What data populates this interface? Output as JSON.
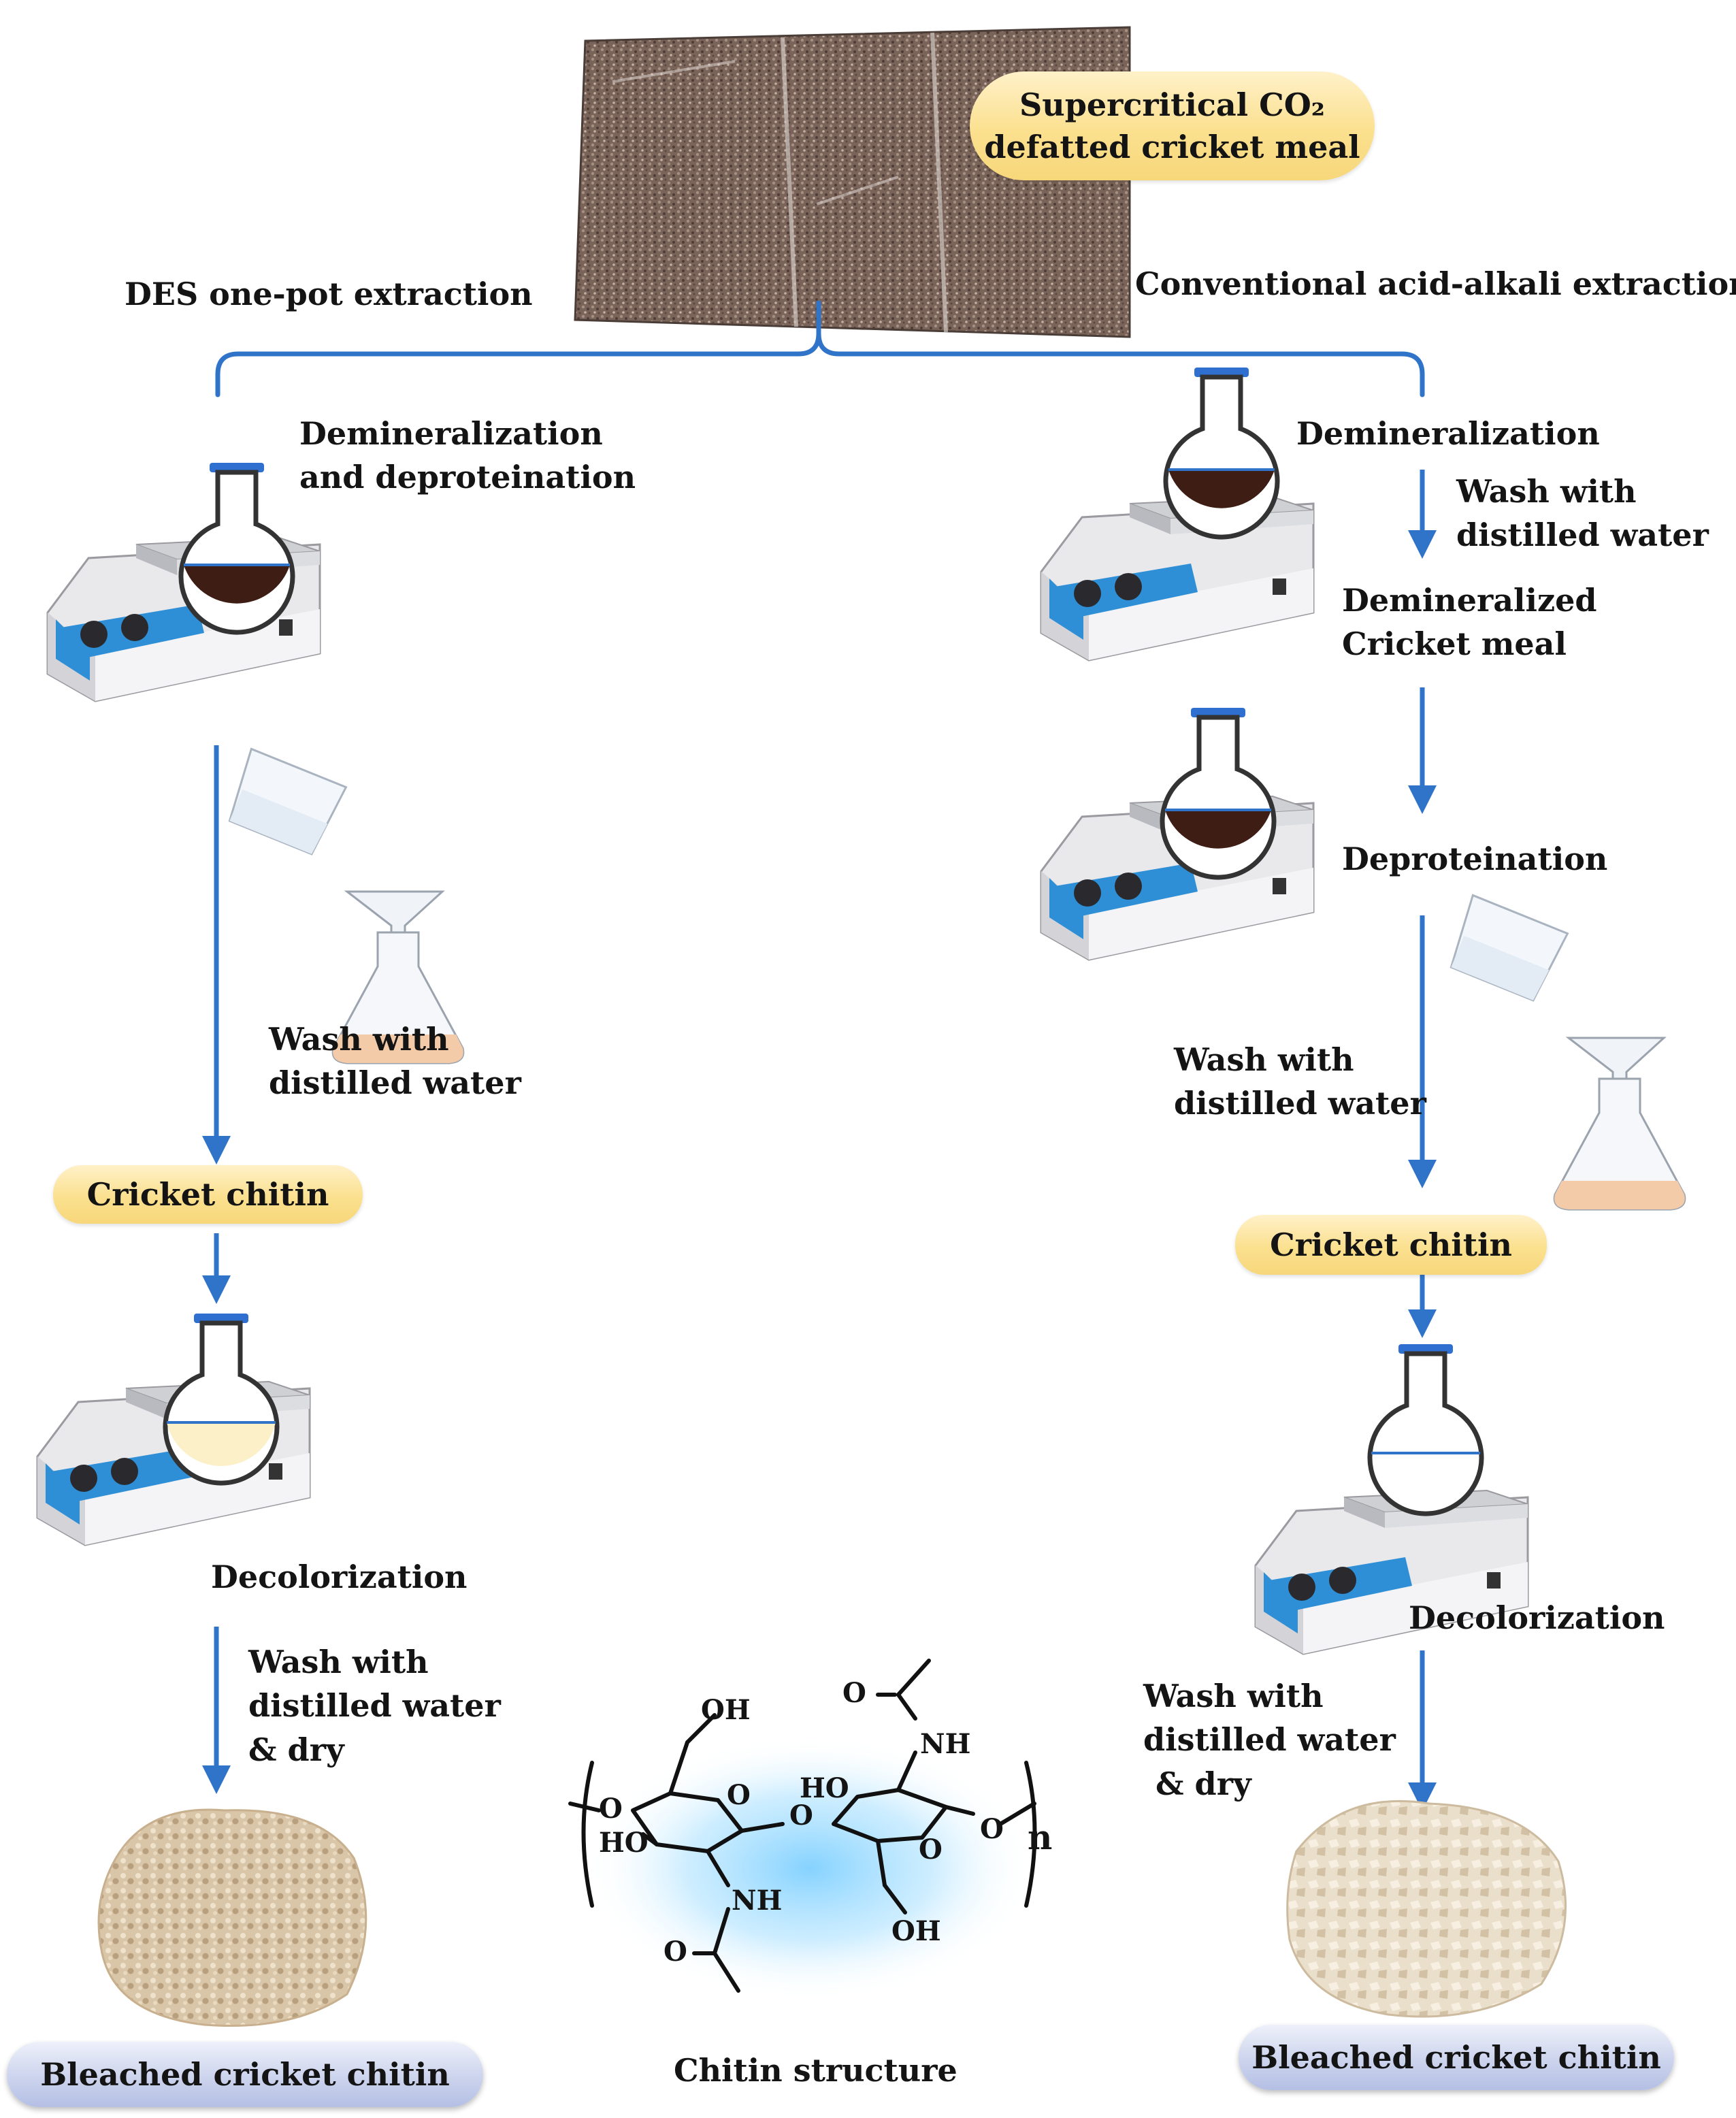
{
  "source": {
    "label_line1": "Supercritical CO₂",
    "label_line2": "defatted cricket meal",
    "bag_marks": [
      "",
      "",
      ""
    ]
  },
  "branches": {
    "left_title": "DES one-pot extraction",
    "right_title": "Conventional acid-alkali extraction"
  },
  "left": {
    "step1_line1": "Demineralization",
    "step1_line2": "and deproteination",
    "wash1_line1": "Wash with",
    "wash1_line2": "distilled water",
    "product": "Cricket chitin",
    "step2": "Decolorization",
    "wash2_line1": "Wash with",
    "wash2_line2": "distilled water",
    "wash2_line3": "& dry",
    "final": "Bleached cricket chitin"
  },
  "right": {
    "step1": "Demineralization",
    "wash1_line1": "Wash with",
    "wash1_line2": "distilled water",
    "intermediate_line1": "Demineralized",
    "intermediate_line2": "Cricket meal",
    "step2": "Deproteination",
    "wash2_line1": "Wash with",
    "wash2_line2": "distilled water",
    "product": "Cricket chitin",
    "step3": "Decolorization",
    "wash3_line1": "Wash with",
    "wash3_line2": "distilled water",
    "wash3_line3": "& dry",
    "final": "Bleached cricket chitin"
  },
  "structure": {
    "caption": "Chitin structure",
    "atoms": {
      "oh_top": "OH",
      "o_carbonyl_top": "O",
      "nh_top": "NH",
      "ho_mid": "HO",
      "o_ring_left": "O",
      "o_bridge": "O",
      "o_ring_right": "O",
      "o_link_left": "O",
      "o_link_right": "O",
      "ho_left": "HO",
      "nh_bottom": "NH",
      "oh_bottom": "OH",
      "o_carbonyl_bottom": "O",
      "repeat_n": "n"
    }
  },
  "colors": {
    "arrow": "#2f74c9",
    "pill_yellow": "#f9dd86",
    "pill_blue": "#c5cdea",
    "plate_blue": "#2f8fd6",
    "flask_cap": "#2f6fd0",
    "brown_liquid": "#3d1d14",
    "pale_liquid": "#fbf0c8",
    "chitin_left": "#d8c3a4",
    "chitin_right": "#eadcc7",
    "structure_glow": "#8fd3ff"
  }
}
